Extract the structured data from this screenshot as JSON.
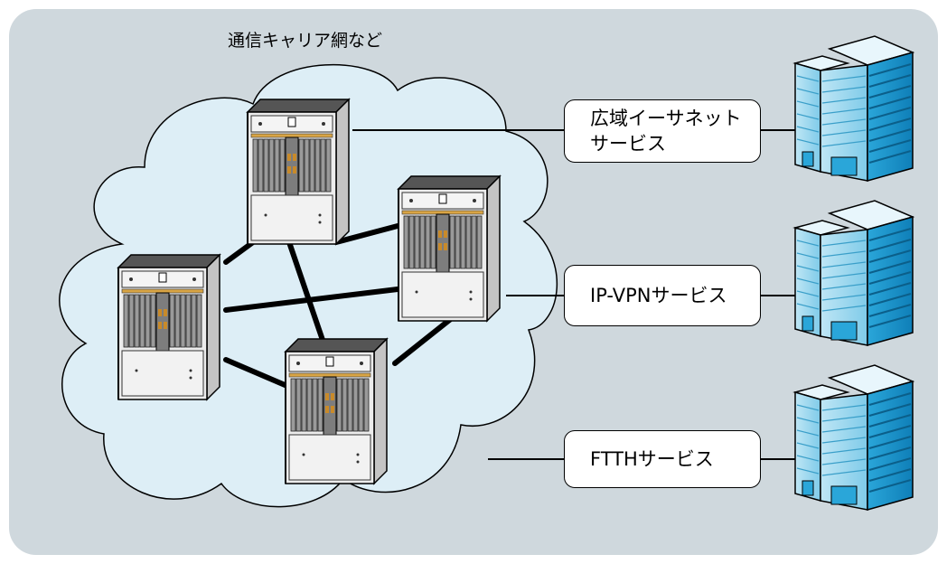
{
  "diagram": {
    "network_label": "通信キャリア網など",
    "services": [
      {
        "line1": "広域イーサネット",
        "line2": "サービス"
      },
      {
        "line1": "IP-VPNサービス",
        "line2": ""
      },
      {
        "line1": "FTTHサービス",
        "line2": ""
      }
    ],
    "nodes": [
      "router-top",
      "router-right",
      "router-left",
      "router-bottom"
    ],
    "colors": {
      "background_panel": "#cfd8dd",
      "cloud_fill": "#ddeef6",
      "building_blue": "#2aa6d9",
      "router_body": "#e6e6e6"
    },
    "icons": [
      "cloud-icon",
      "router-chassis-icon",
      "office-building-icon"
    ]
  }
}
